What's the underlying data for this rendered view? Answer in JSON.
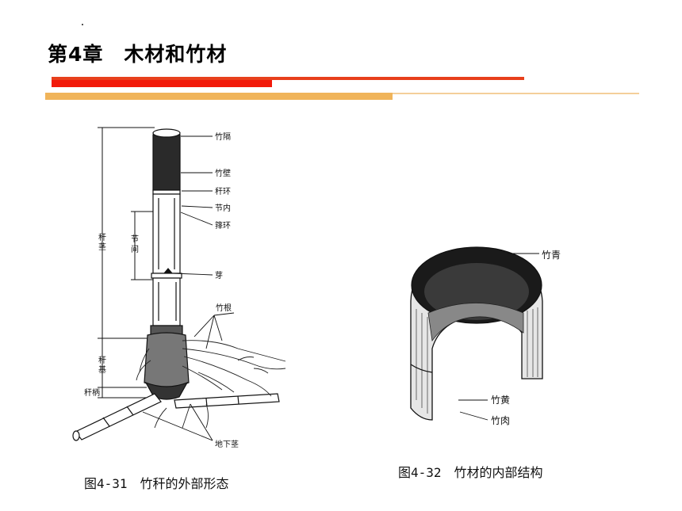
{
  "header": {
    "title": "第4章　木材和竹材"
  },
  "figure_left": {
    "labels": {
      "diaphragm": "竹隔",
      "wall": "竹壁",
      "culm_ring": "秆环",
      "node_inner": "节内",
      "sheath_ring": "箨环",
      "bud": "芽",
      "roots": "竹根",
      "culm_stem_1": "秆",
      "culm_stem_2": "茎",
      "internode_1": "节",
      "internode_2": "间",
      "culm_base_1": "秆",
      "culm_base_2": "基",
      "culm_neck": "秆柄",
      "rhizome": "地下茎"
    },
    "caption": "图4-31　竹秆的外部形态"
  },
  "figure_right": {
    "labels": {
      "outer_skin": "竹青",
      "inner_skin": "竹黄",
      "flesh": "竹肉"
    },
    "caption": "图4-32　竹材的内部结构"
  }
}
